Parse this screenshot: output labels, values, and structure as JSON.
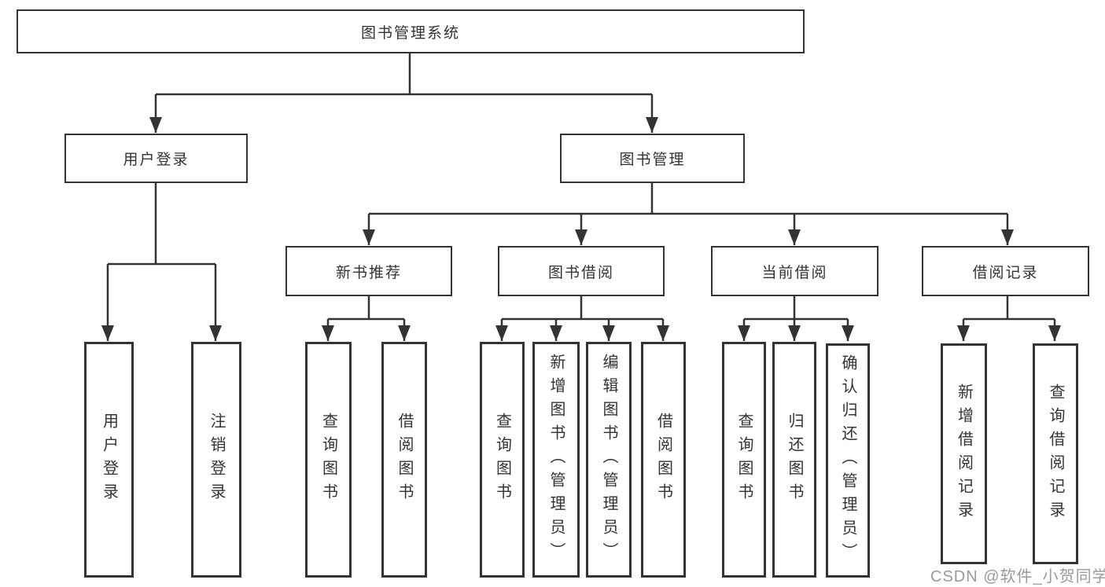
{
  "diagram_type": "hierarchy-tree",
  "tree": {
    "label": "图书管理系统",
    "children": [
      {
        "label": "用户登录",
        "children": [
          {
            "label": "用户登录"
          },
          {
            "label": "注销登录"
          }
        ]
      },
      {
        "label": "图书管理",
        "children": [
          {
            "label": "新书推荐",
            "children": [
              {
                "label": "查询图书"
              },
              {
                "label": "借阅图书"
              }
            ]
          },
          {
            "label": "图书借阅",
            "children": [
              {
                "label": "查询图书"
              },
              {
                "label": "新增图书（管理员）"
              },
              {
                "label": "编辑图书（管理员）"
              },
              {
                "label": "借阅图书"
              }
            ]
          },
          {
            "label": "当前借阅",
            "children": [
              {
                "label": "查询图书"
              },
              {
                "label": "归还图书"
              },
              {
                "label": "确认归还（管理员）"
              }
            ]
          },
          {
            "label": "借阅记录",
            "children": [
              {
                "label": "新增借阅记录"
              },
              {
                "label": "查询借阅记录"
              }
            ]
          }
        ]
      }
    ]
  },
  "watermark": {
    "text": "CSDN @软件_小贺同学"
  },
  "colors": {
    "line": "#333333",
    "text": "#333333",
    "background": "#ffffff",
    "watermark": "#8c8c8c"
  }
}
